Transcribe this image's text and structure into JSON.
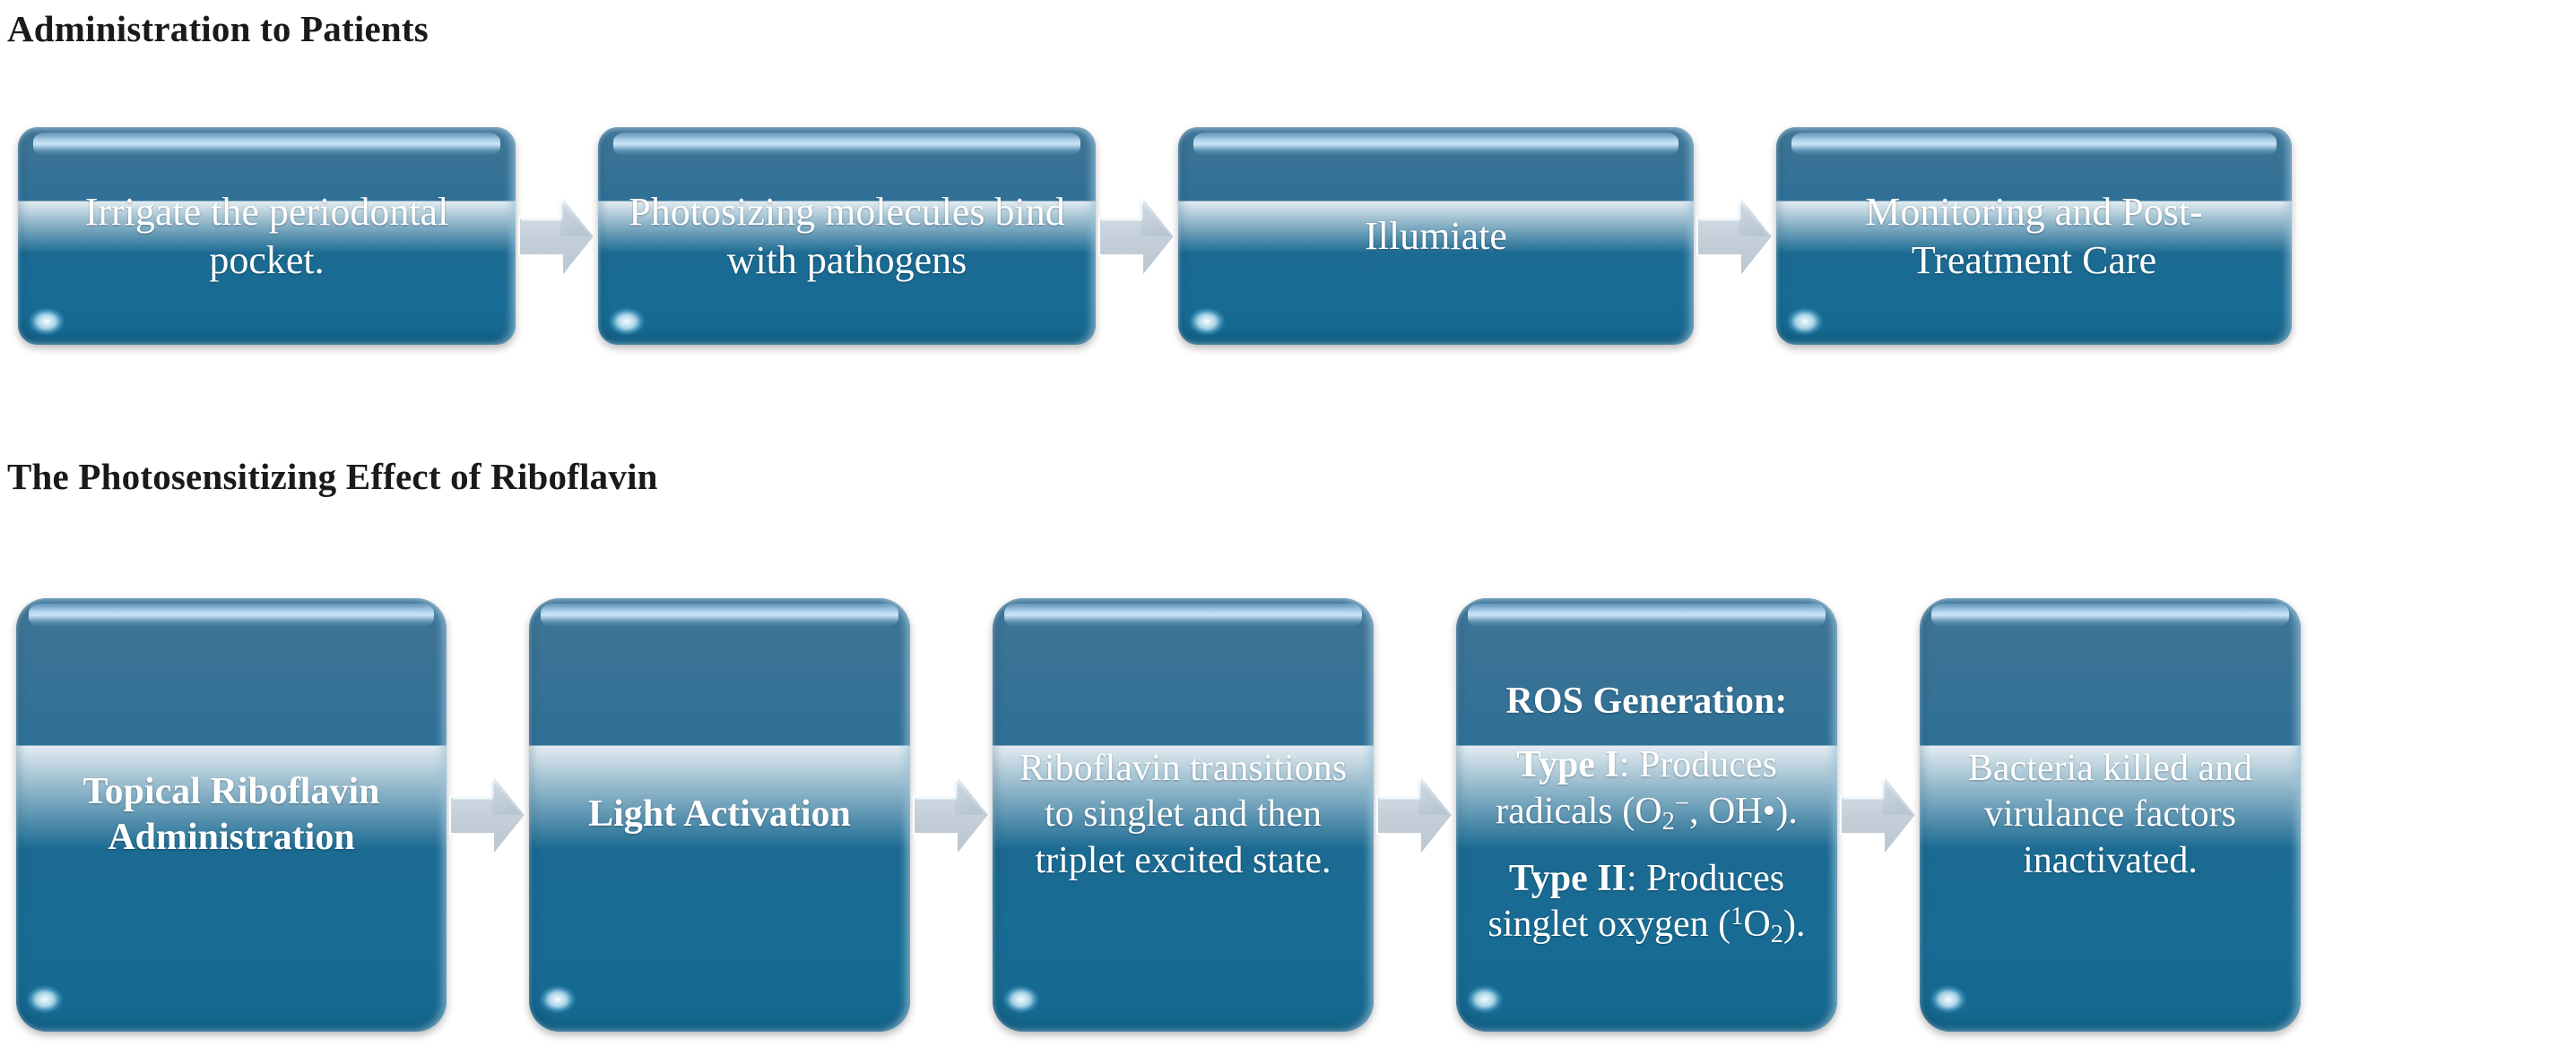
{
  "sections": [
    {
      "title": "Administration to Patients",
      "nodes": [
        {
          "label": "Irrigate the periodontal pocket.",
          "bold": false
        },
        {
          "label": "Photosizing molecules bind with pathogens",
          "bold": false
        },
        {
          "label": "Illumiate",
          "bold": false
        },
        {
          "label": "Monitoring and Post-Treatment Care",
          "bold": false
        }
      ],
      "arrow_count": 3
    },
    {
      "title": "The Photosensitizing Effect of Riboflavin",
      "nodes": [
        {
          "label": "Topical Riboflavin Administration",
          "bold": true
        },
        {
          "label": "Light Activation",
          "bold": true
        },
        {
          "label": "Riboflavin transitions to singlet and then triplet excited state.",
          "bold": false
        },
        {
          "label": "ROS Generation: Type I: Produces radicals (O2-, OH•). Type II: Produces singlet oxygen (1O2).",
          "bold": false,
          "rich": {
            "heading": "ROS Generation:",
            "type_i_lead": "Type I",
            "type_i_rest_a": ": Produces radicals (O",
            "type_i_sub": "2",
            "type_i_sup": "−",
            "type_i_rest_b": ", OH•).",
            "type_ii_lead": "Type II",
            "type_ii_rest_a": ": Produces singlet oxygen (",
            "type_ii_sup": "1",
            "type_ii_o": "O",
            "type_ii_sub": "2",
            "type_ii_rest_b": ")."
          }
        },
        {
          "label": "Bacteria killed and virulance factors inactivated.",
          "bold": false
        }
      ],
      "arrow_count": 4
    }
  ],
  "icons": {
    "arrow": "right-arrow-icon"
  },
  "colors": {
    "node_top": "#3f7699",
    "node_bottom": "#15688f",
    "node_text": "#ffffff",
    "arrow_fill": "#c4cfd8",
    "arrow_highlight": "#e8f1f8",
    "title_text": "#1a1a1a",
    "page_background": "#ffffff"
  }
}
